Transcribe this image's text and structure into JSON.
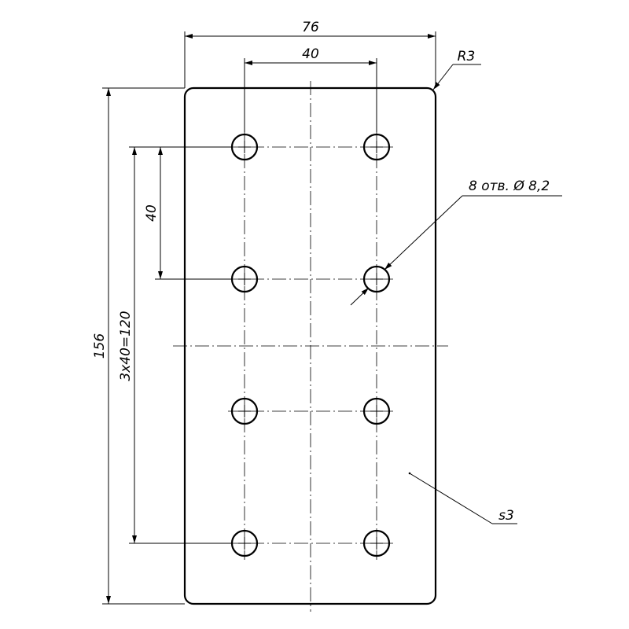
{
  "drawing": {
    "dimensions": {
      "overall_width": "76",
      "hole_spacing_horizontal": "40",
      "corner_radius": "R3",
      "hole_callout": "8 отв.",
      "hole_diameter": "8,2",
      "overall_height": "156",
      "hole_spacing_vertical": "40",
      "hole_pattern_vertical": "3x40=120",
      "thickness": "s3"
    },
    "symbols": {
      "diameter_symbol": "Ø"
    }
  }
}
